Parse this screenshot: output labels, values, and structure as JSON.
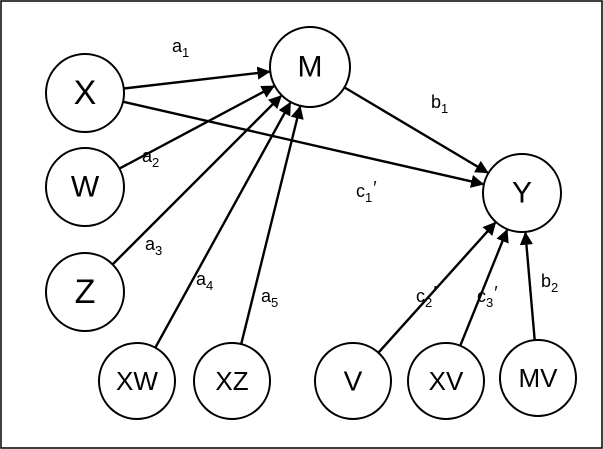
{
  "nodes": [
    {
      "id": "X",
      "label": "X"
    },
    {
      "id": "W",
      "label": "W"
    },
    {
      "id": "Z",
      "label": "Z"
    },
    {
      "id": "XW",
      "label": "XW"
    },
    {
      "id": "XZ",
      "label": "XZ"
    },
    {
      "id": "M",
      "label": "M"
    },
    {
      "id": "Y",
      "label": "Y"
    },
    {
      "id": "V",
      "label": "V"
    },
    {
      "id": "XV",
      "label": "XV"
    },
    {
      "id": "MV",
      "label": "MV"
    }
  ],
  "edges": [
    {
      "id": "a1",
      "from": "X",
      "to": "M",
      "label": {
        "base": "a",
        "sub": "1",
        "prime": ""
      }
    },
    {
      "id": "a2",
      "from": "W",
      "to": "M",
      "label": {
        "base": "a",
        "sub": "2",
        "prime": ""
      }
    },
    {
      "id": "a3",
      "from": "Z",
      "to": "M",
      "label": {
        "base": "a",
        "sub": "3",
        "prime": ""
      }
    },
    {
      "id": "a4",
      "from": "XW",
      "to": "M",
      "label": {
        "base": "a",
        "sub": "4",
        "prime": ""
      }
    },
    {
      "id": "a5",
      "from": "XZ",
      "to": "M",
      "label": {
        "base": "a",
        "sub": "5",
        "prime": ""
      }
    },
    {
      "id": "b1",
      "from": "M",
      "to": "Y",
      "label": {
        "base": "b",
        "sub": "1",
        "prime": ""
      }
    },
    {
      "id": "c1p",
      "from": "X",
      "to": "Y",
      "label": {
        "base": "c",
        "sub": "1",
        "prime": "′"
      }
    },
    {
      "id": "c2p",
      "from": "V",
      "to": "Y",
      "label": {
        "base": "c",
        "sub": "2",
        "prime": "′"
      }
    },
    {
      "id": "c3p",
      "from": "XV",
      "to": "Y",
      "label": {
        "base": "c",
        "sub": "3",
        "prime": "′"
      }
    },
    {
      "id": "b2",
      "from": "MV",
      "to": "Y",
      "label": {
        "base": "b",
        "sub": "2",
        "prime": ""
      }
    }
  ]
}
